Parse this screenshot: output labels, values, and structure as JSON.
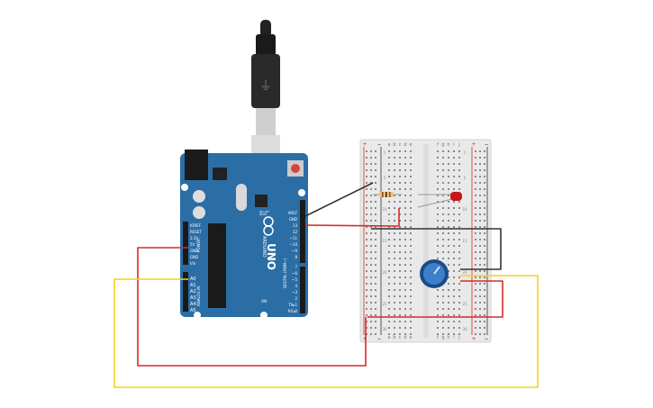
{
  "board": {
    "name": "UNO",
    "brand": "ARDUINO",
    "header_left": [
      "IOREF",
      "RESET",
      "3.3V",
      "5V",
      "GND",
      "GND",
      "Vin"
    ],
    "analog_pins": [
      "A0",
      "A1",
      "A2",
      "A3",
      "A4",
      "A5"
    ],
    "header_right": [
      "AREF",
      "GND",
      "13",
      "12",
      "~11",
      "~10",
      "~9",
      "8",
      "7",
      "~6",
      "~5",
      "4",
      "~3",
      "2",
      "TX▸1",
      "RX◂0"
    ],
    "digital_label": "DIGITAL (PWM~)",
    "power_label": "POWER",
    "analog_label": "ANALOG IN",
    "tx_label": "TX",
    "rx_label": "RX",
    "l_label": "L",
    "on_label": "ON"
  },
  "breadboard": {
    "columns": [
      "a",
      "b",
      "c",
      "d",
      "e",
      "f",
      "g",
      "h",
      "i",
      "j"
    ],
    "rows": [
      "1",
      "5",
      "10",
      "15",
      "20",
      "25",
      "30"
    ],
    "plus": "+",
    "minus": "−"
  },
  "colors": {
    "board": "#2b6ea6",
    "board_dark": "#1f5583",
    "red_wire": "#d62a2a",
    "yellow_wire": "#f2d21e",
    "black_wire": "#333333",
    "breadboard": "#e9e9e9",
    "pot": "#3d7fc8",
    "led": "#c9161c"
  }
}
